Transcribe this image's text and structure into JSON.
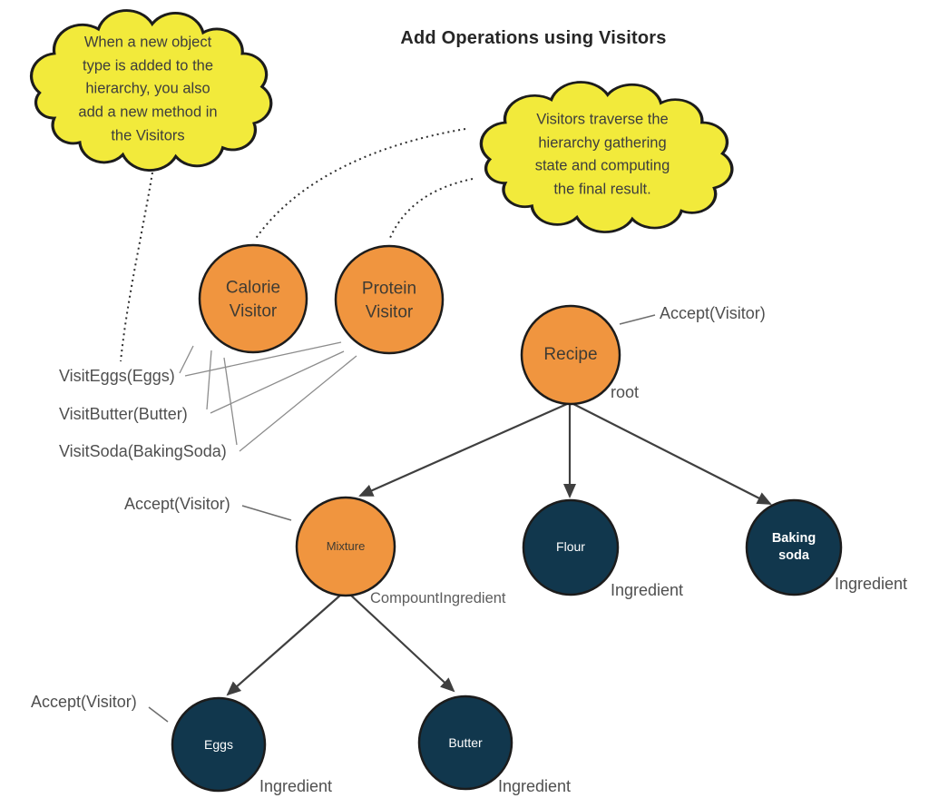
{
  "title": "Add Operations using Visitors",
  "colors": {
    "node_orange": "#F0953F",
    "node_navy": "#11374D",
    "cloud_yellow": "#F2EA3B",
    "outline_dark": "#1C1C1C",
    "arrow_gray": "#3F3F3F",
    "thin_line_gray": "#8C8C8C",
    "dotted_gray": "#2E2E2E"
  },
  "clouds": {
    "left": {
      "text": "When a new object\ntype is added to the\nhierarchy, you also\nadd a new method in\nthe Visitors"
    },
    "right": {
      "text": "Visitors traverse the\nhierarchy gathering\nstate and computing\nthe final result."
    }
  },
  "nodes": {
    "calorie": "Calorie\nVisitor",
    "protein": "Protein\nVisitor",
    "recipe": "Recipe",
    "mixture": "Mixture",
    "flour": "Flour",
    "baking_soda": "Baking\nsoda",
    "eggs": "Eggs",
    "butter": "Butter"
  },
  "labels": {
    "accept_visitor": "Accept(Visitor)",
    "root": "root",
    "compound_ingredient": "CompountIngredient",
    "ingredient": "Ingredient",
    "visit_eggs": "VisitEggs(Eggs)",
    "visit_butter": "VisitButter(Butter)",
    "visit_soda": "VisitSoda(BakingSoda)"
  }
}
